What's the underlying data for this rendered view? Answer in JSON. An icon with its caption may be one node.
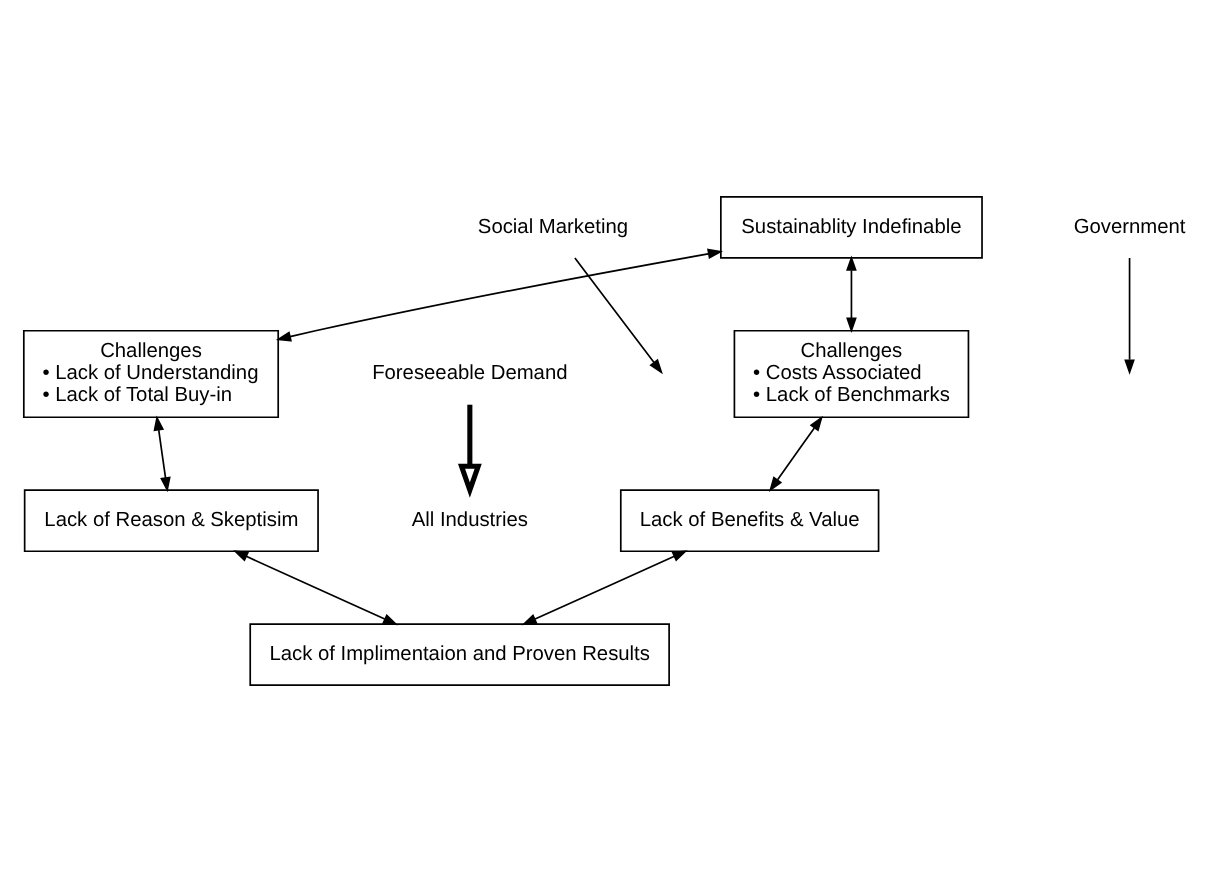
{
  "diagram": {
    "nodes": [
      {
        "text": [
          "Sustainablity Indefinable"
        ]
      },
      {
        "text": [
          "Social Marketing"
        ]
      },
      {
        "text": [
          "Government"
        ]
      },
      {
        "text": [
          "Challenges",
          "• Lack of Understanding",
          "• Lack of Total Buy-in"
        ]
      },
      {
        "text": [
          "Foreseeable Demand"
        ]
      },
      {
        "text": [
          "Challenges",
          "• Costs Associated",
          "• Lack of Benchmarks"
        ]
      },
      {
        "text": [
          "Lack of Reason & Skeptisim"
        ]
      },
      {
        "text": [
          "All Industries"
        ]
      },
      {
        "text": [
          "Lack of Benefits & Value"
        ]
      },
      {
        "text": [
          "Lack of Implimentaion and Proven Results"
        ]
      }
    ],
    "edges": [
      {
        "from": 1,
        "to": null,
        "arrow": "to"
      },
      {
        "from": 2,
        "to": null,
        "arrow": "to"
      },
      {
        "from": 0,
        "to": 3,
        "arrow": "both"
      },
      {
        "from": 0,
        "to": 5,
        "arrow": "both"
      },
      {
        "from": 4,
        "to": 7,
        "arrow": "to",
        "style": "thick"
      },
      {
        "from": 3,
        "to": 6,
        "arrow": "both"
      },
      {
        "from": 5,
        "to": 8,
        "arrow": "both"
      },
      {
        "from": 6,
        "to": 9,
        "arrow": "both"
      },
      {
        "from": 8,
        "to": 9,
        "arrow": "both"
      }
    ]
  }
}
